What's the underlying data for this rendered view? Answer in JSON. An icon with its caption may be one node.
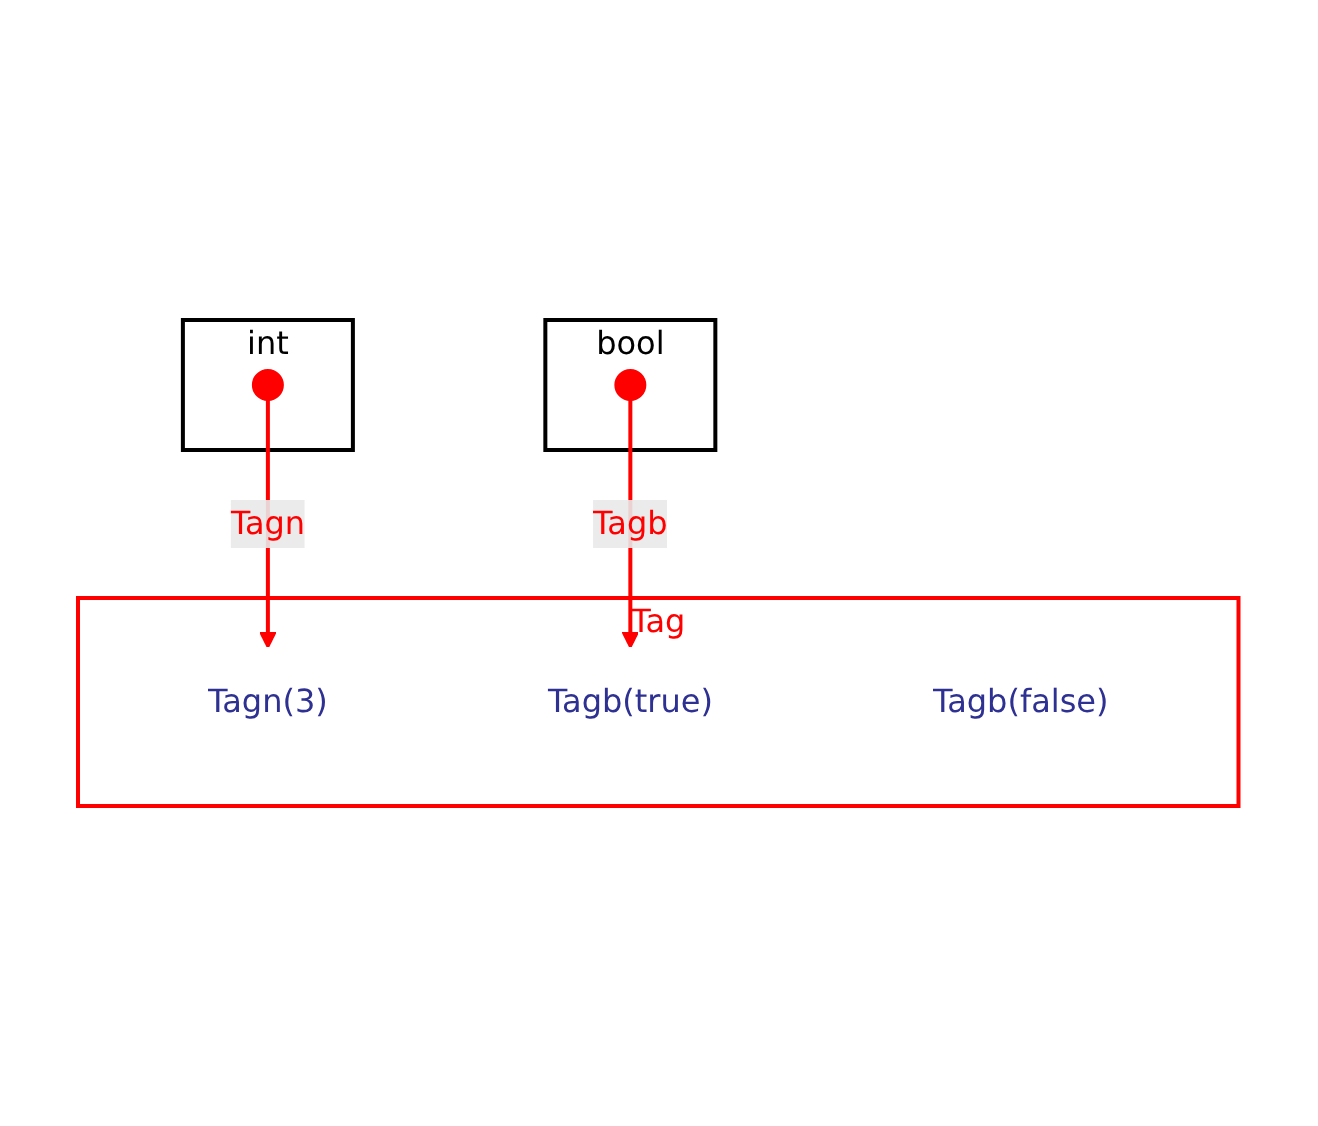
{
  "diagram": {
    "nodes": [
      {
        "text": [
          "int"
        ]
      },
      {
        "text": [
          "bool"
        ]
      },
      {
        "text": [],
        "shape": "circle",
        "in": 0
      },
      {
        "text": [],
        "shape": "circle",
        "in": 1
      },
      {
        "text": [
          "Tag"
        ]
      },
      {
        "text": [
          "Tagn(3)"
        ],
        "in": 4
      },
      {
        "text": [
          "Tagb(true)"
        ],
        "in": 4
      },
      {
        "text": [
          "Tagb(false)"
        ],
        "in": 4
      }
    ],
    "edges": [
      {
        "from": 2,
        "to": 5,
        "arrow": "to",
        "label": "Tagn"
      },
      {
        "from": 3,
        "to": 6,
        "arrow": "to",
        "label": "Tagb"
      }
    ]
  }
}
